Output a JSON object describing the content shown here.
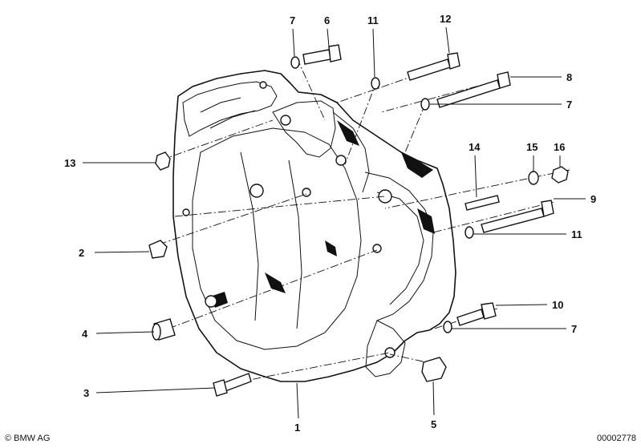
{
  "callouts": [
    {
      "id": "c7a",
      "label": "7"
    },
    {
      "id": "c6",
      "label": "6"
    },
    {
      "id": "c11a",
      "label": "11"
    },
    {
      "id": "c12",
      "label": "12"
    },
    {
      "id": "c8",
      "label": "8"
    },
    {
      "id": "c7b",
      "label": "7"
    },
    {
      "id": "c13",
      "label": "13"
    },
    {
      "id": "c14",
      "label": "14"
    },
    {
      "id": "c15",
      "label": "15"
    },
    {
      "id": "c16",
      "label": "16"
    },
    {
      "id": "c9",
      "label": "9"
    },
    {
      "id": "c11b",
      "label": "11"
    },
    {
      "id": "c2",
      "label": "2"
    },
    {
      "id": "c10",
      "label": "10"
    },
    {
      "id": "c4",
      "label": "4"
    },
    {
      "id": "c7c",
      "label": "7"
    },
    {
      "id": "c3",
      "label": "3"
    },
    {
      "id": "c1",
      "label": "1"
    },
    {
      "id": "c5",
      "label": "5"
    }
  ],
  "footer": {
    "copyright": "© BMW AG",
    "diagram_number": "00002778"
  }
}
